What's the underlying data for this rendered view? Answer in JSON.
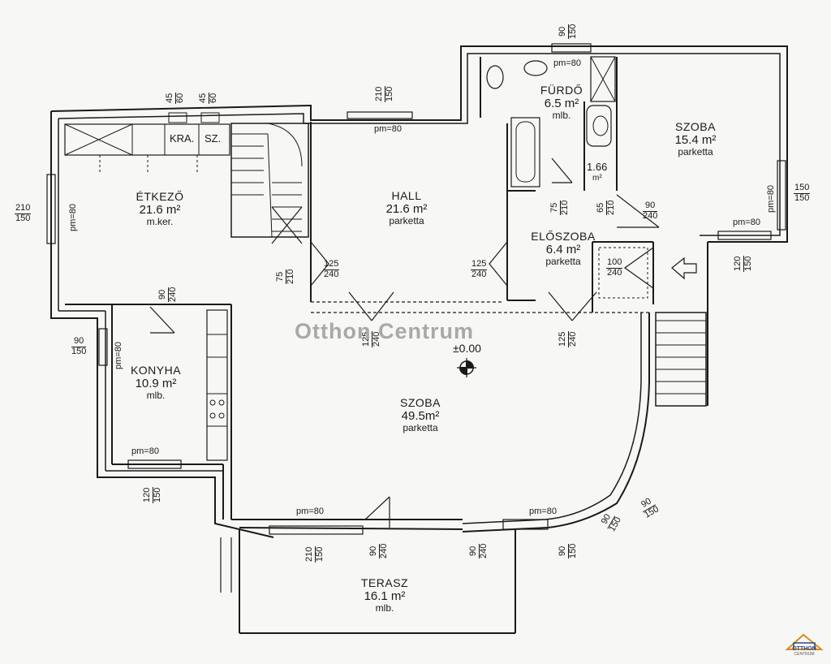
{
  "rooms": {
    "etkezo": {
      "name": "ÉTKEZŐ",
      "area": "21.6 m²",
      "floor": "m.ker."
    },
    "hall": {
      "name": "HALL",
      "area": "21.6 m²",
      "floor": "parketta"
    },
    "furdo": {
      "name": "FÜRDŐ",
      "area": "6.5 m²",
      "floor": "mlb."
    },
    "szoba_upper": {
      "name": "SZOBA",
      "area": "15.4 m²",
      "floor": "parketta"
    },
    "eloszoba": {
      "name": "ELŐSZOBA",
      "area": "6.4 m²",
      "floor": "parketta"
    },
    "konyha": {
      "name": "KONYHA",
      "area": "10.9 m²",
      "floor": "mlb."
    },
    "szoba_main": {
      "name": "SZOBA",
      "area": "49.5m²",
      "floor": "parketta"
    },
    "terasz": {
      "name": "TERASZ",
      "area": "16.1 m²",
      "floor": "mlb."
    },
    "wc_small": {
      "area": "1.66",
      "unit": "m²"
    }
  },
  "fixtures": {
    "kra": "KRA.",
    "sz": "SZ."
  },
  "parapets": {
    "pm80": "pm=80"
  },
  "dims": {
    "d45_60": [
      "45",
      "60"
    ],
    "d210_150": [
      "210",
      "150"
    ],
    "d90_150": [
      "90",
      "150"
    ],
    "d150_150": [
      "150",
      "150"
    ],
    "d120_150": [
      "120",
      "150"
    ],
    "d90_240": [
      "90",
      "240"
    ],
    "d125_240": [
      "125",
      "240"
    ],
    "d75_210": [
      "75",
      "210"
    ],
    "d65_210": [
      "65",
      "210"
    ],
    "d100_240": [
      "100",
      "240"
    ]
  },
  "elevation": "±0.00",
  "watermark": "Otthon Centrum",
  "logo": {
    "line1": "OTTHON",
    "line2": "CENTRUM"
  },
  "colors": {
    "ink": "#1a1a1a",
    "watermark": "#a9a9a9",
    "logo_blue": "#2a4c8a",
    "logo_orange": "#e08a1e"
  }
}
